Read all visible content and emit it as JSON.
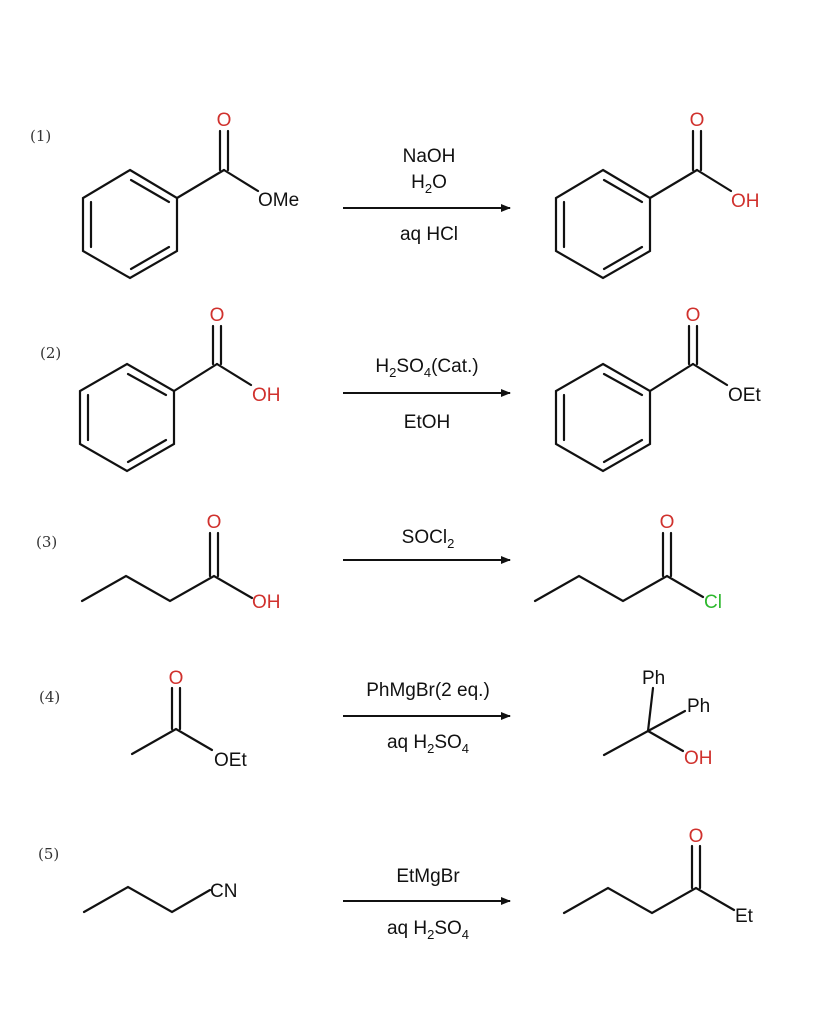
{
  "colors": {
    "bond": "#111111",
    "oxygen": "#d0312d",
    "chlorine": "#2db82d",
    "text": "#111111"
  },
  "reactions": [
    {
      "number": "(1)",
      "reactant_label": "OMe",
      "conditions_above": [
        "NaOH",
        "H2O"
      ],
      "conditions_below": [
        "aq HCl"
      ],
      "product_labels": [
        "OH"
      ]
    },
    {
      "number": "(2)",
      "reactant_label": "OH",
      "conditions_above": [
        "H2SO4(Cat.)"
      ],
      "conditions_below": [
        "EtOH"
      ],
      "product_labels": [
        "OEt"
      ]
    },
    {
      "number": "(3)",
      "reactant_label": "OH",
      "conditions_above": [
        "SOCl2"
      ],
      "conditions_below": [],
      "product_labels": [
        "Cl"
      ]
    },
    {
      "number": "(4)",
      "reactant_label": "OEt",
      "conditions_above": [
        "PhMgBr(2 eq.)"
      ],
      "conditions_below": [
        "aq H2SO4"
      ],
      "product_labels": [
        "Ph",
        "Ph",
        "OH"
      ]
    },
    {
      "number": "(5)",
      "reactant_label": "CN",
      "conditions_above": [
        "EtMgBr"
      ],
      "conditions_below": [
        "aq H2SO4"
      ],
      "product_labels": [
        "Et"
      ]
    }
  ],
  "oxygen_symbol": "O"
}
